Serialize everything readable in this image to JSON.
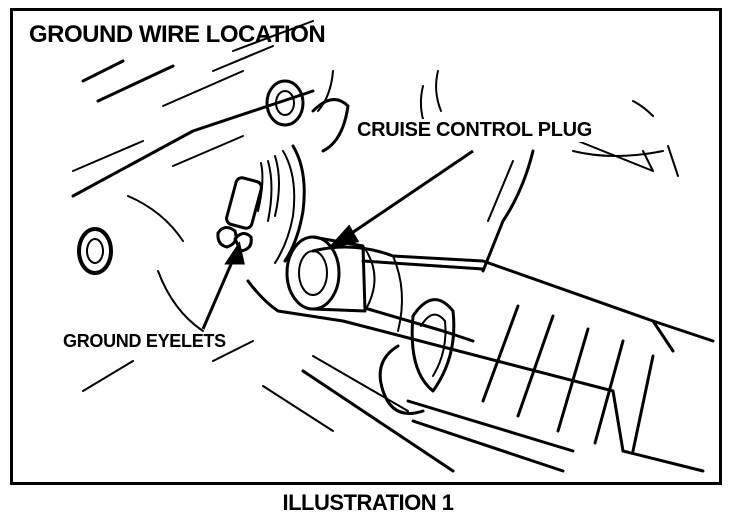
{
  "figure": {
    "title": "GROUND WIRE LOCATION",
    "labels": {
      "cruise_control_plug": "CRUISE CONTROL PLUG",
      "ground_eyelets": "GROUND EYELETS"
    }
  },
  "caption": "ILLUSTRATION 1"
}
